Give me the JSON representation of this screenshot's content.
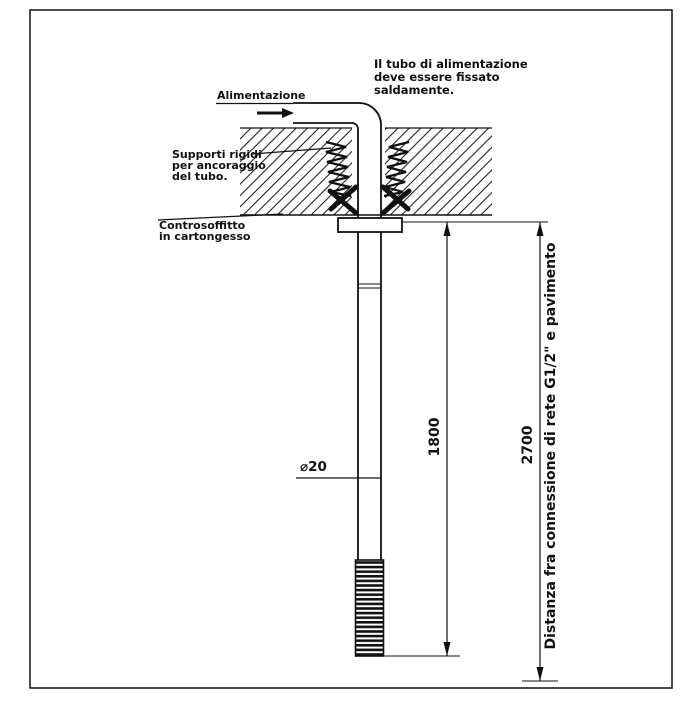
{
  "note": {
    "lines": [
      "Il tubo di alimentazione",
      "deve essere fissato",
      "saldamente."
    ]
  },
  "supply_label": "Alimentazione",
  "supports": {
    "lines": [
      "Supporti rigidi",
      "per ancoraggio",
      "del tubo."
    ]
  },
  "ceiling": {
    "lines": [
      "Controsoffitto",
      "in cartongesso"
    ]
  },
  "dims": {
    "diameter": "⌀20",
    "length_1800": "1800",
    "height_2700": "2700"
  },
  "distance_note": "Distanza fra connessione di rete G1/2\" e pavimento",
  "colors": {
    "ink": "#111111",
    "background": "#ffffff"
  }
}
